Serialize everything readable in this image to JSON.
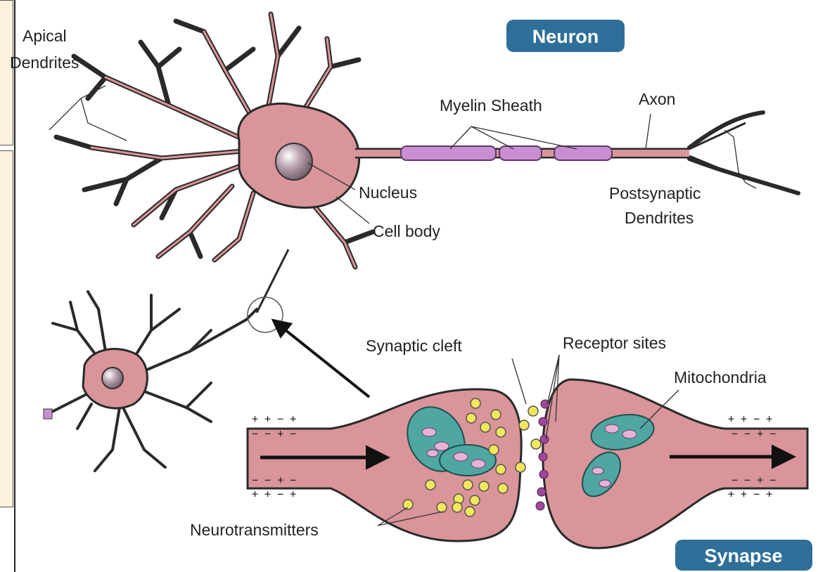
{
  "badges": {
    "neuron": "Neuron",
    "synapse": "Synapse"
  },
  "labels": {
    "apical_line1": "Apical",
    "apical_line2": "Dendrites",
    "myelin": "Myelin Sheath",
    "axon": "Axon",
    "nucleus": "Nucleus",
    "cell_body": "Cell body",
    "post_line1": "Postsynaptic",
    "post_line2": "Dendrites",
    "synaptic_cleft": "Synaptic cleft",
    "receptor_sites": "Receptor sites",
    "mitochondria": "Mitochondria",
    "neurotransmitters": "Neurotransmitters"
  },
  "charges": {
    "pre_top": "+ + − +",
    "pre_top_inner": "− − + −",
    "pre_bottom_inner": "− − + −",
    "pre_bottom": "+ + − +",
    "post_top": "+ + − +",
    "post_top_inner": "− − + −",
    "post_bottom_inner": "− − + −",
    "post_bottom": "+ + − +"
  },
  "colors": {
    "cell": "#d9959a",
    "cell_outline": "#2a2a2a",
    "myelin": "#c98fd4",
    "badge": "#2e6f9a",
    "mitochondria": "#4fa6a3",
    "vesicle": "#f2e65a",
    "receptor": "#a0479c",
    "left_panel": "#fbf1dc"
  }
}
